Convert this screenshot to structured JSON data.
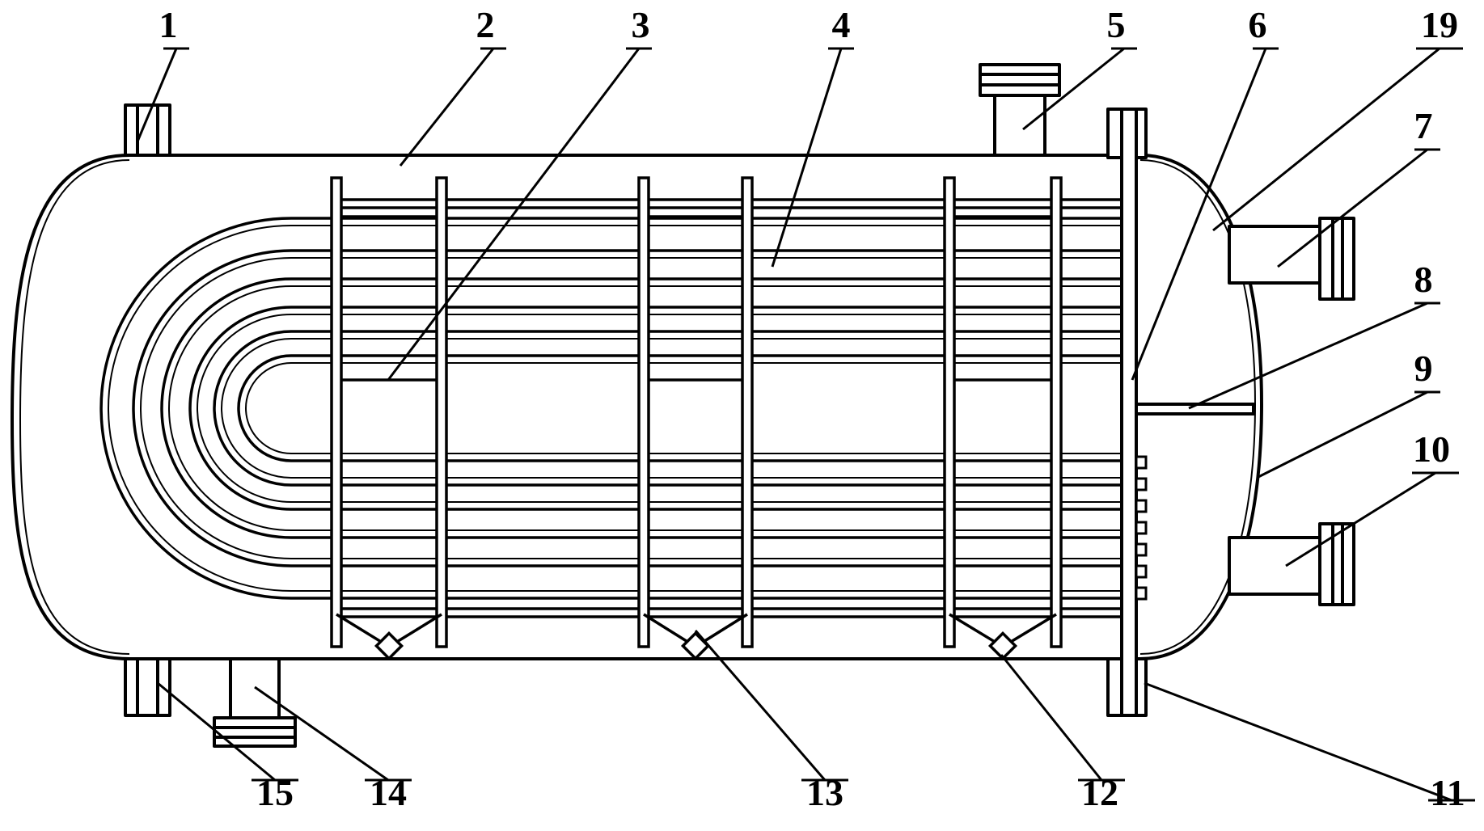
{
  "diagram": {
    "type": "engineering-drawing",
    "subject": "U-tube shell-and-tube heat exchanger, cross-section",
    "stroke_color": "#000000",
    "background_color": "#ffffff",
    "callouts": [
      {
        "id": "c1",
        "label": "1"
      },
      {
        "id": "c2",
        "label": "2"
      },
      {
        "id": "c3",
        "label": "3"
      },
      {
        "id": "c4",
        "label": "4"
      },
      {
        "id": "c5",
        "label": "5"
      },
      {
        "id": "c6",
        "label": "6"
      },
      {
        "id": "c19",
        "label": "19"
      },
      {
        "id": "c7",
        "label": "7"
      },
      {
        "id": "c8",
        "label": "8"
      },
      {
        "id": "c9",
        "label": "9"
      },
      {
        "id": "c10",
        "label": "10"
      },
      {
        "id": "c11",
        "label": "11"
      },
      {
        "id": "c12",
        "label": "12"
      },
      {
        "id": "c13",
        "label": "13"
      },
      {
        "id": "c14",
        "label": "14"
      },
      {
        "id": "c15",
        "label": "15"
      }
    ]
  }
}
